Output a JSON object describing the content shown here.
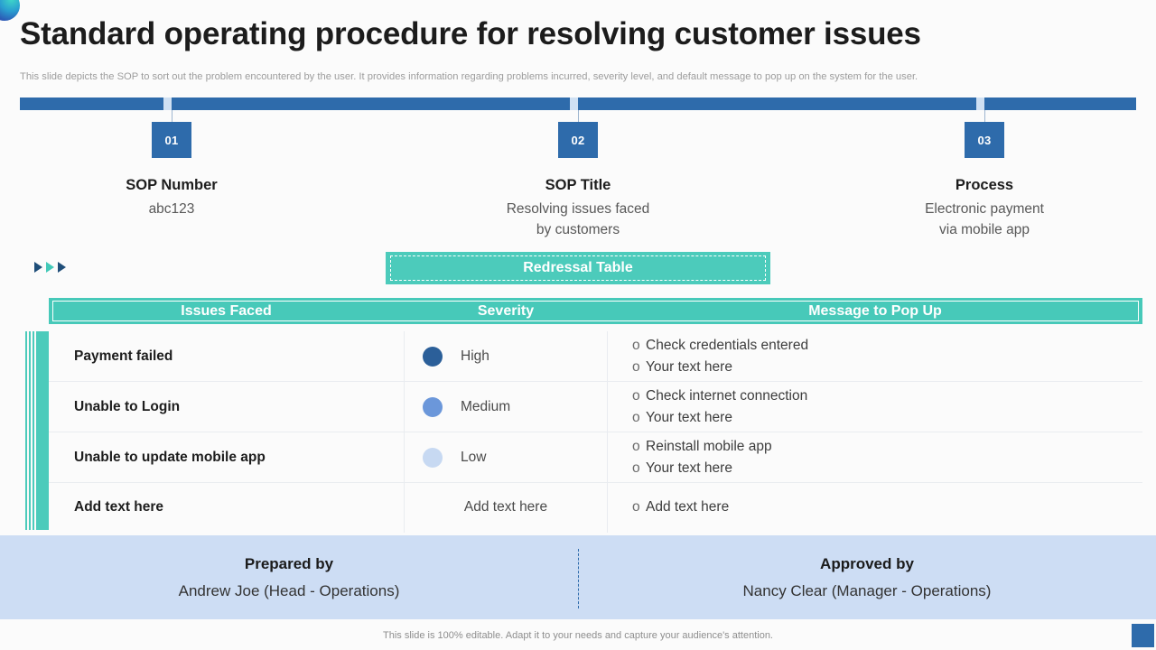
{
  "slide": {
    "title": "Standard operating procedure for resolving customer issues",
    "subtitle": "This slide depicts the SOP to sort out the problem encountered by the user. It provides information regarding problems incurred, severity level, and default message to pop up on the system for the user.",
    "bottom_note": "This slide is 100% editable. Adapt it to your needs and capture your audience's attention."
  },
  "colors": {
    "navy": "#2e6bab",
    "teal": "#4ccbbb",
    "bar_gap": "#cfe0f3",
    "signature_bg": "#cdddf4",
    "severity_high": "#2b5f99",
    "severity_medium": "#6b97da",
    "severity_low": "#c7d9f2"
  },
  "steps": [
    {
      "number": "01",
      "title": "SOP Number",
      "desc": "abc123"
    },
    {
      "number": "02",
      "title": "SOP Title",
      "desc": "Resolving issues faced\nby customers"
    },
    {
      "number": "03",
      "title": "Process",
      "desc": "Electronic payment\nvia mobile app"
    }
  ],
  "redressal": {
    "label": "Redressal Table"
  },
  "table": {
    "headers": [
      "Issues Faced",
      "Severity",
      "Message to Pop Up"
    ],
    "rows": [
      {
        "issue": "Payment failed",
        "severity": "High",
        "severity_color": "#2b5f99",
        "messages": [
          "Check credentials entered",
          "Your text here"
        ]
      },
      {
        "issue": "Unable to Login",
        "severity": "Medium",
        "severity_color": "#6b97da",
        "messages": [
          "Check internet connection",
          "Your text here"
        ]
      },
      {
        "issue": "Unable to update mobile app",
        "severity": "Low",
        "severity_color": "#c7d9f2",
        "messages": [
          "Reinstall mobile app",
          "Your text here"
        ]
      },
      {
        "issue": "Add text here",
        "severity": "Add text here",
        "severity_color": null,
        "messages": [
          "Add text here"
        ]
      }
    ]
  },
  "signatures": [
    {
      "title": "Prepared by",
      "name": "Andrew Joe (Head - Operations)"
    },
    {
      "title": "Approved by",
      "name": "Nancy Clear (Manager - Operations)"
    }
  ]
}
